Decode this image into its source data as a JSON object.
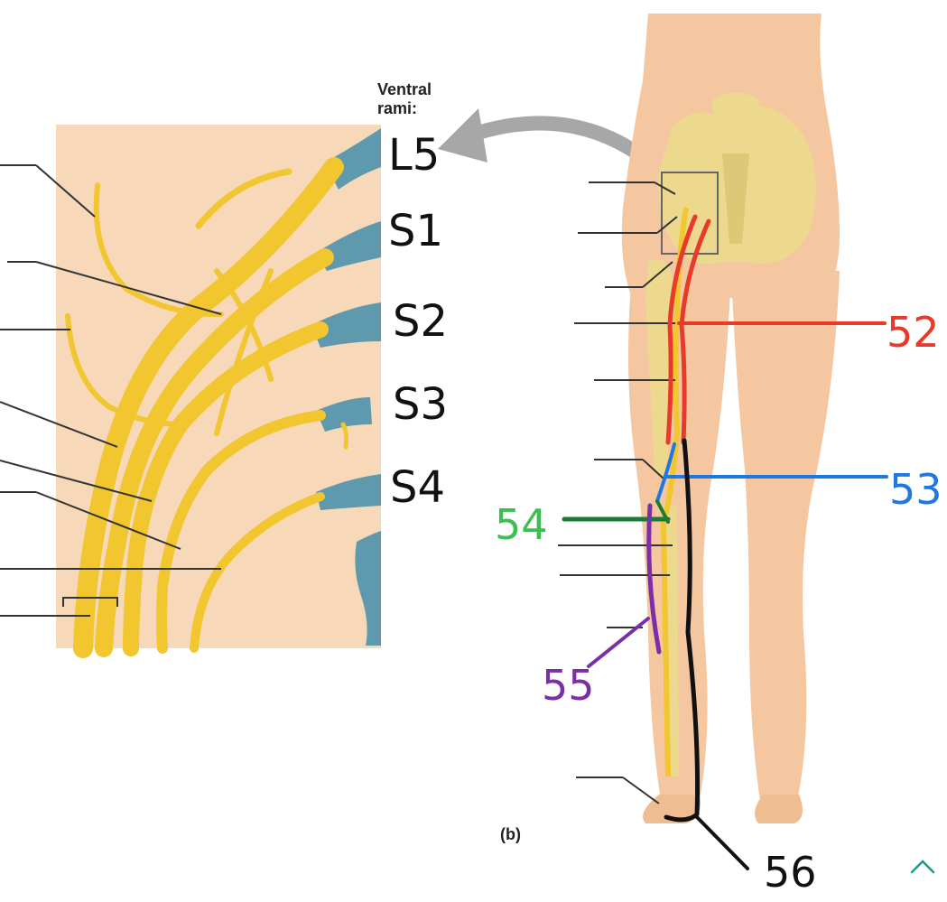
{
  "header": {
    "ventral_rami_line1": "Ventral",
    "ventral_rami_line2": "rami:"
  },
  "roots": [
    "L5",
    "S1",
    "S2",
    "S3",
    "S4"
  ],
  "panel_label": "(b)",
  "annotations": [
    {
      "number": "52",
      "color": "#e8392a"
    },
    {
      "number": "53",
      "color": "#1f78e0"
    },
    {
      "number": "54",
      "color": "#3cbf50"
    },
    {
      "number": "55",
      "color": "#7a2fa6"
    },
    {
      "number": "56",
      "color": "#111111"
    }
  ],
  "colors": {
    "nerve": "#f1c62e",
    "nerve_dark": "#c9a11a",
    "root_blue": "#5f99ae",
    "panel_bg": "#f7d8b9",
    "skin": "#f4c7a0",
    "bone": "#ecd98d",
    "arrow_gray": "#a7a7a7"
  },
  "scroll_up_icon": "chevron-up-icon"
}
